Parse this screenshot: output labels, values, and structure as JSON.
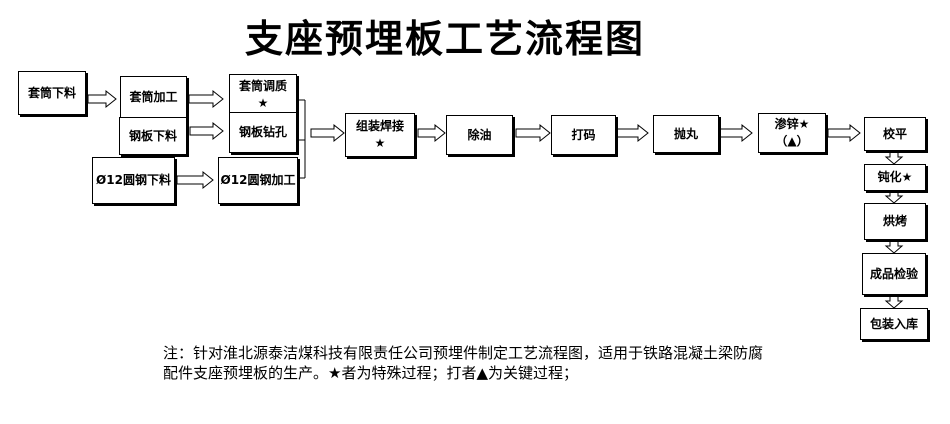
{
  "title": "支座预埋板工艺流程图",
  "steps": {
    "s1": "套筒下料",
    "s2": "套筒加工",
    "s3": "套筒调质\n★",
    "s4": "钢板下料",
    "s5": "钢板钻孔",
    "s6": "Ø12圆钢下料",
    "s7": "Ø12圆钢加工",
    "s8": "组装焊接\n★",
    "s9": "除油",
    "s10": "打码",
    "s11": "抛丸",
    "s12": "渗锌★\n（▲）",
    "s13": "校平",
    "s14": "钝化★",
    "s15": "烘烤",
    "s16": "成品检验",
    "s17": "包装入库"
  },
  "note": {
    "line1": "注：针对淮北源泰洁煤科技有限责任公司预埋件制定工艺流程图，适用于铁路混凝土梁防腐",
    "line2": "配件支座预埋板的生产。★者为特殊过程；打者▲为关键过程；"
  }
}
